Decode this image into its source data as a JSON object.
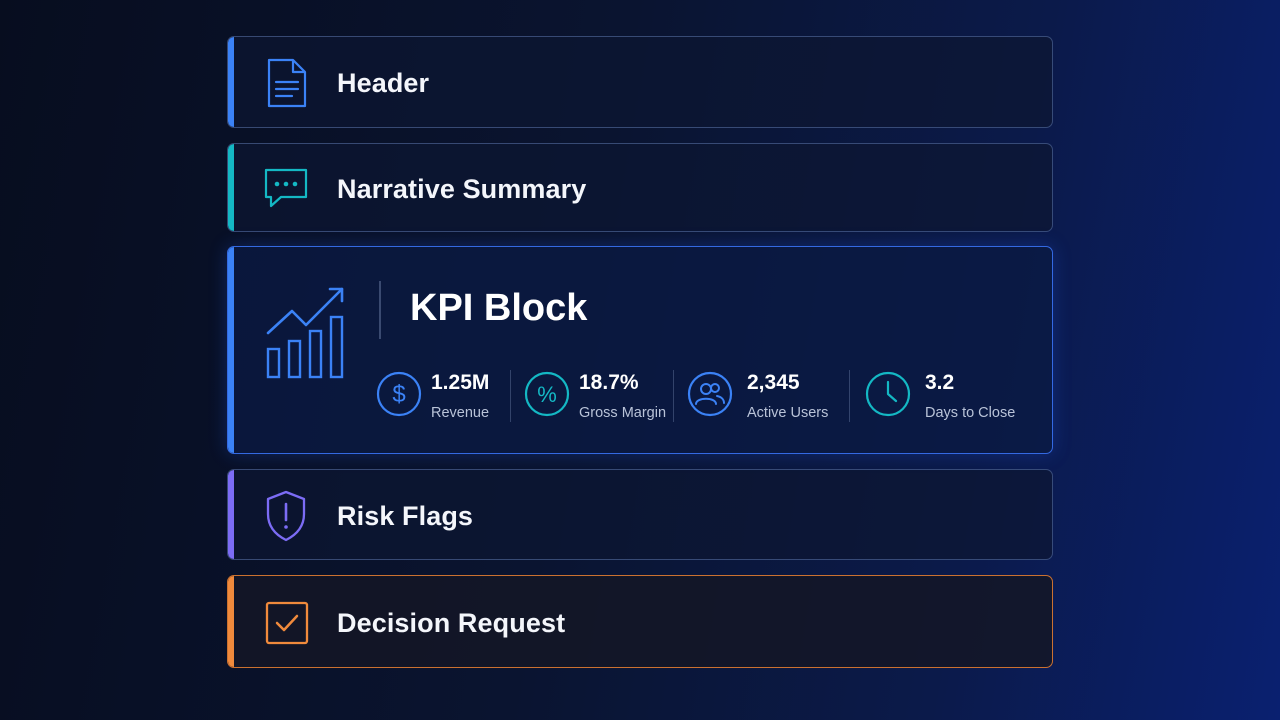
{
  "sections": {
    "header": {
      "label": "Header",
      "icon": "document-icon",
      "accent": "#3b82f6"
    },
    "narrative": {
      "label": "Narrative Summary",
      "icon": "chat-bubble-icon",
      "accent": "#14b8c4"
    },
    "kpi": {
      "title": "KPI Block",
      "icon": "growth-chart-icon",
      "accent": "#3b82f6",
      "metrics": [
        {
          "value": "1.25M",
          "label": "Revenue",
          "icon": "dollar-icon"
        },
        {
          "value": "18.7%",
          "label": "Gross Margin",
          "icon": "percent-icon"
        },
        {
          "value": "2,345",
          "label": "Active Users",
          "icon": "users-icon"
        },
        {
          "value": "3.2",
          "label": "Days to Close",
          "icon": "clock-icon"
        }
      ]
    },
    "risk": {
      "label": "Risk Flags",
      "icon": "shield-alert-icon",
      "accent": "#7c6cf5"
    },
    "decision": {
      "label": "Decision Request",
      "icon": "checkbox-icon",
      "accent": "#f08a3c"
    }
  }
}
